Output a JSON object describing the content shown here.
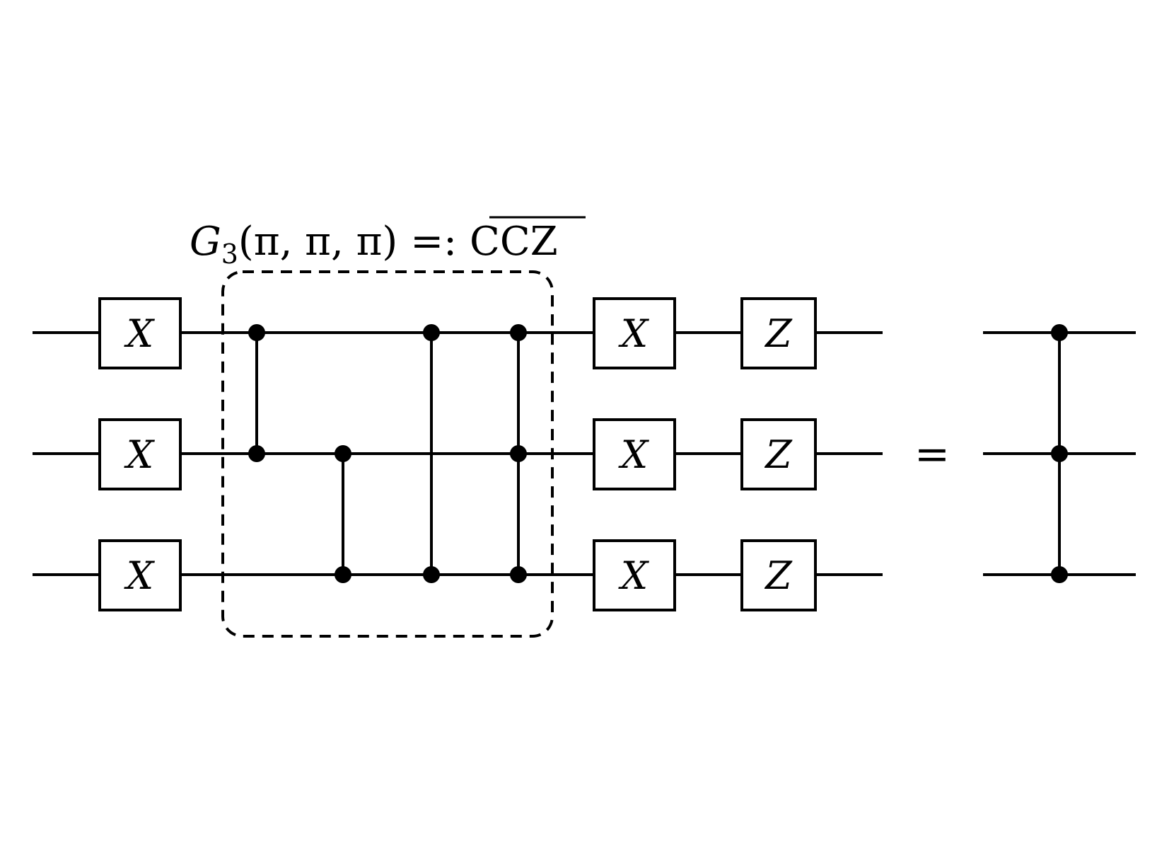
{
  "title": {
    "g_symbol": "G",
    "g_subscript": "3",
    "args": "(π, π, π)",
    "defined_as": "=:",
    "name": "CCZ"
  },
  "equals_sign": "=",
  "gates": {
    "x_label": "X",
    "z_label": "Z"
  }
}
